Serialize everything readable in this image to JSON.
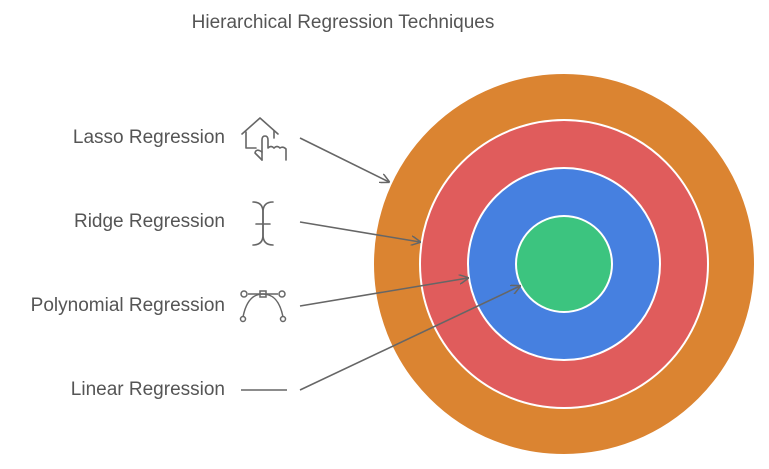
{
  "title": "Hierarchical Regression Techniques",
  "items": [
    {
      "label": "Lasso Regression",
      "icon": "hand-pointer-house-icon",
      "color": "#DB8431"
    },
    {
      "label": "Ridge Regression",
      "icon": "text-cursor-icon",
      "color": "#E05C5C"
    },
    {
      "label": "Polynomial Regression",
      "icon": "bezier-curve-icon",
      "color": "#4680E0"
    },
    {
      "label": "Linear Regression",
      "icon": "straight-line-icon",
      "color": "#3CC47F"
    }
  ]
}
